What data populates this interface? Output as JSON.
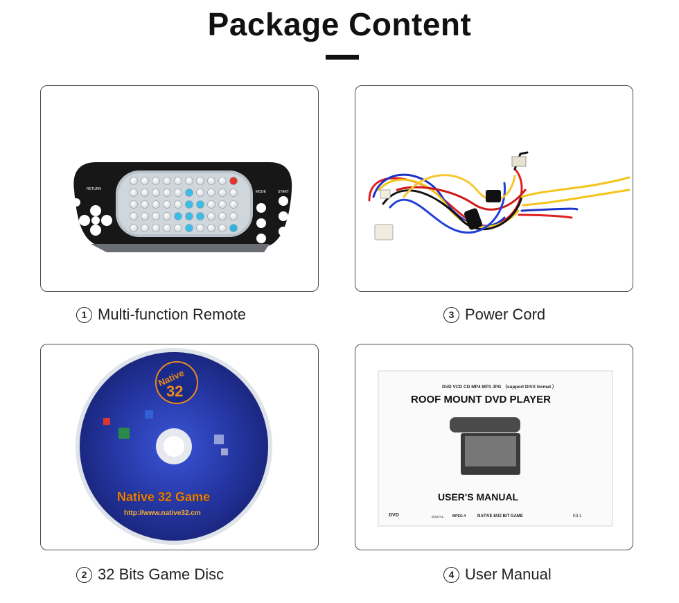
{
  "header": {
    "title": "Package Content"
  },
  "items": [
    {
      "number": "1",
      "label": "Multi-function Remote"
    },
    {
      "number": "3",
      "label": "Power Cord"
    },
    {
      "number": "2",
      "label": "32 Bits Game Disc"
    },
    {
      "number": "4",
      "label": "User Manual"
    }
  ],
  "remote": {
    "return_label": "RETURN",
    "mode_label": "MODE",
    "start_label": "START"
  },
  "disc": {
    "logo_top": "Native",
    "logo_num": "32",
    "title": "Native 32 Game",
    "url": "http://www.native32.cm"
  },
  "manual": {
    "formats": "DVD VCD CD MP4 MP3 JPG  （support DIVX format  ）",
    "heading": "ROOF MOUNT DVD PLAYER",
    "subheading": "USER'S MANUAL",
    "footer_logos": [
      "DVD",
      "DIGITAL",
      "MPEG-4"
    ],
    "footer_game": "NATIVE 8/32 BIT GAME",
    "model": "K3.1"
  },
  "colors": {
    "accent": "#111111",
    "border": "#4a4a4a",
    "disc_blue": "#2b3fb0",
    "disc_orange": "#f08a1a"
  }
}
